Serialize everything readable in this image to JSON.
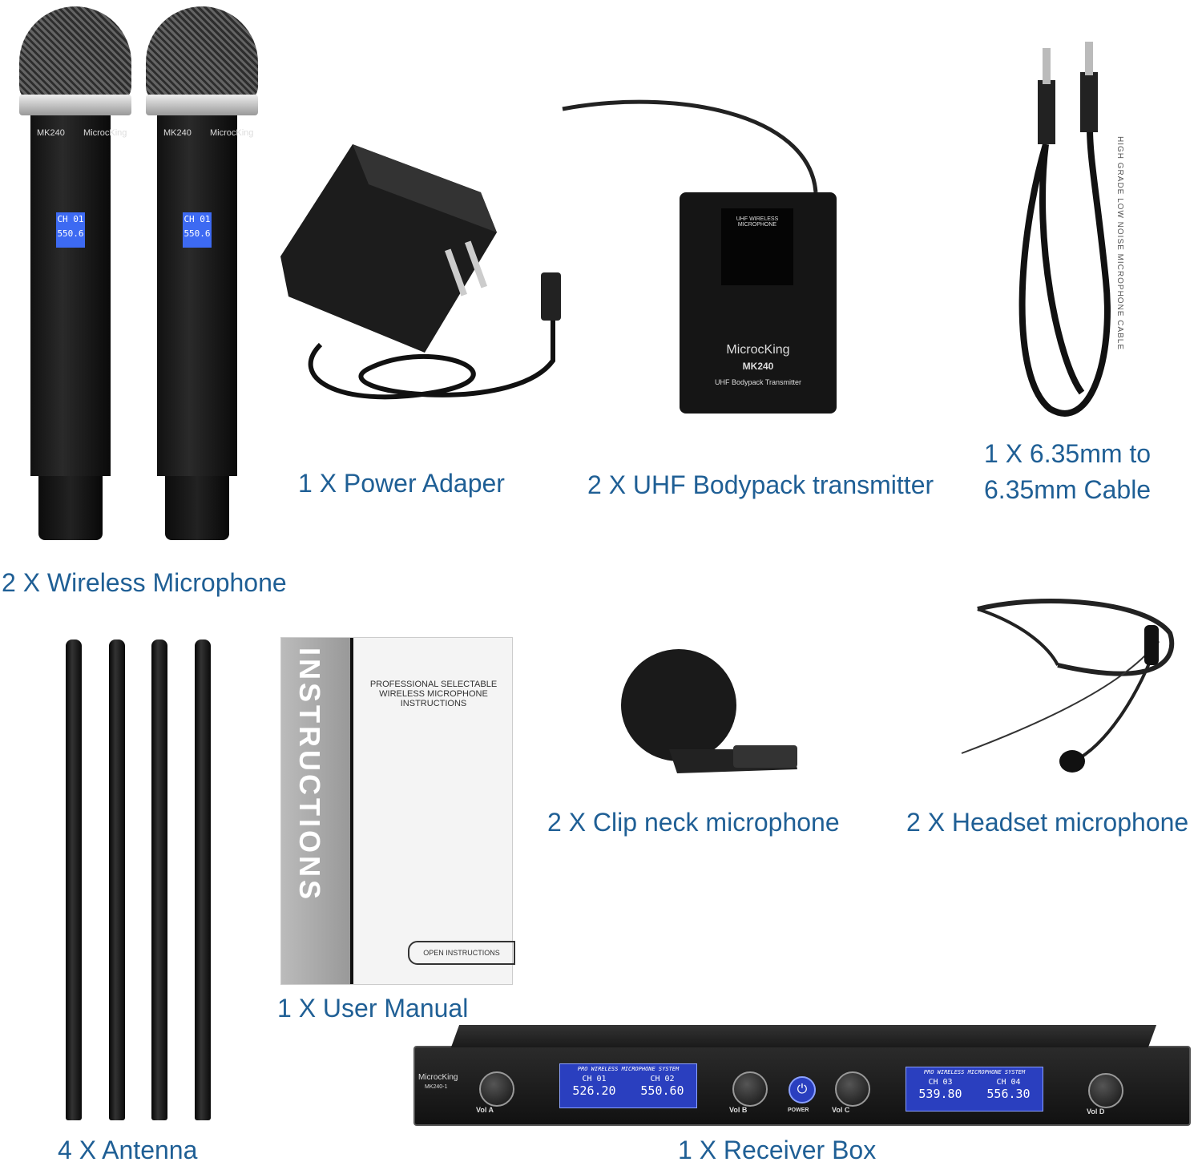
{
  "labels": {
    "wireless_mic": "2 X Wireless Microphone",
    "power_adapter": "1 X Power Adaper",
    "bodypack": "2 X UHF Bodypack transmitter",
    "cable_line1": "1 X 6.35mm to",
    "cable_line2": "6.35mm Cable",
    "antenna": "4 X Antenna",
    "manual": "1 X User Manual",
    "clip_mic": "2 X Clip neck microphone",
    "headset": "2 X Headset microphone",
    "receiver": "1 X Receiver Box"
  },
  "product_text": {
    "mic_model": "MK240",
    "brand": "MicrocKing",
    "mic_lcd_line1": "CH 01",
    "mic_lcd_line2": "550.6",
    "bodypack_screen": "UHF WIRELESS MICROPHONE",
    "bodypack_brand": "MicrocKing",
    "bodypack_model": "MK240",
    "bodypack_desc": "UHF Bodypack Transmitter",
    "cable_print": "HIGH GRADE LOW NOISE MICROPHONE CABLE",
    "manual_spine": "INSTRUCTIONS",
    "manual_title": "PROFESSIONAL SELECTABLE WIRELESS MICROPHONE INSTRUCTIONS",
    "manual_tab": "OPEN INSTRUCTIONS",
    "receiver_model": "MK240-1",
    "receiver_lcd_title": "PRO WIRELESS MICROPHONE SYSTEM",
    "channels": [
      {
        "ch": "CH 01",
        "freq": "526.20"
      },
      {
        "ch": "CH 02",
        "freq": "550.60"
      },
      {
        "ch": "CH 03",
        "freq": "539.80"
      },
      {
        "ch": "CH 04",
        "freq": "556.30"
      }
    ],
    "vol_a": "Vol A",
    "vol_b": "Vol B",
    "vol_c": "Vol C",
    "vol_d": "Vol D",
    "power": "POWER"
  },
  "colors": {
    "label": "#1f5f95",
    "lcd": "#3d6af2"
  }
}
